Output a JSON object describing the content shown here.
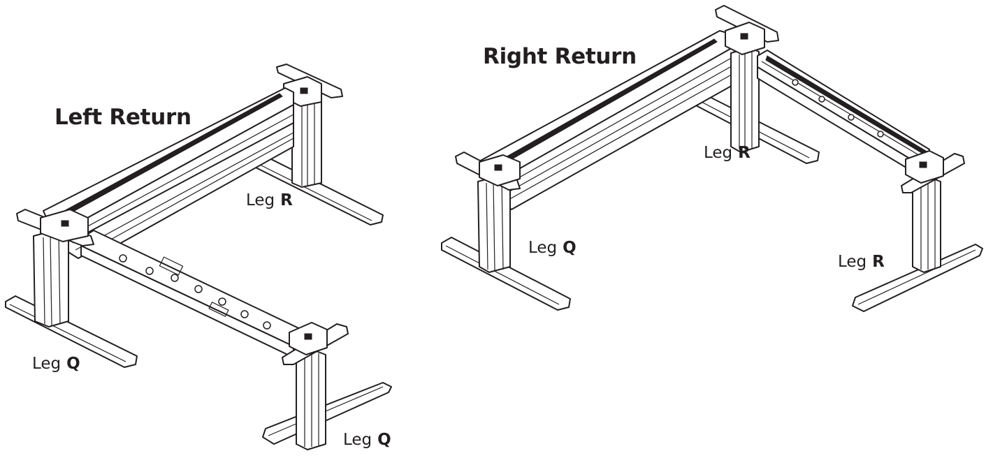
{
  "left": {
    "title": "Left Return",
    "labels": [
      {
        "prefix": "Leg",
        "letter": "R"
      },
      {
        "prefix": "Leg",
        "letter": "Q"
      },
      {
        "prefix": "Leg",
        "letter": "Q"
      }
    ]
  },
  "right": {
    "title": "Right Return",
    "labels": [
      {
        "prefix": "Leg",
        "letter": "R"
      },
      {
        "prefix": "Leg",
        "letter": "Q"
      },
      {
        "prefix": "Leg",
        "letter": "R"
      }
    ]
  },
  "colors": {
    "line": "#231f20",
    "fill": "#ffffff"
  }
}
